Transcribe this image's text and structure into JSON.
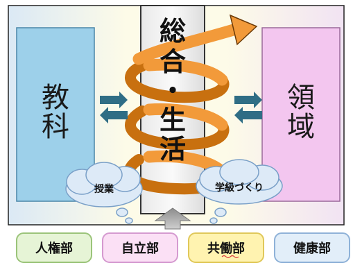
{
  "left_box": {
    "line1": "教",
    "line2": "科"
  },
  "right_box": {
    "line1": "領",
    "line2": "域"
  },
  "pillar": {
    "chars": [
      "総",
      "合",
      "・",
      "生",
      "活"
    ]
  },
  "clouds": {
    "left": "授業",
    "right": "学級づくり"
  },
  "departments": [
    {
      "label": "人権部"
    },
    {
      "label": "自立部"
    },
    {
      "label": "共働部"
    },
    {
      "label": "健康部"
    }
  ],
  "colors": {
    "teal": "#2f6d85",
    "orange": "#f29a3a",
    "blue_box": "#9dd0ea",
    "pink_box": "#f3c6ef",
    "green_dept": "#e6f4d6",
    "pink_dept": "#fbe0f5",
    "yellow_dept": "#fff3b0",
    "blue_dept": "#e2eef9"
  }
}
